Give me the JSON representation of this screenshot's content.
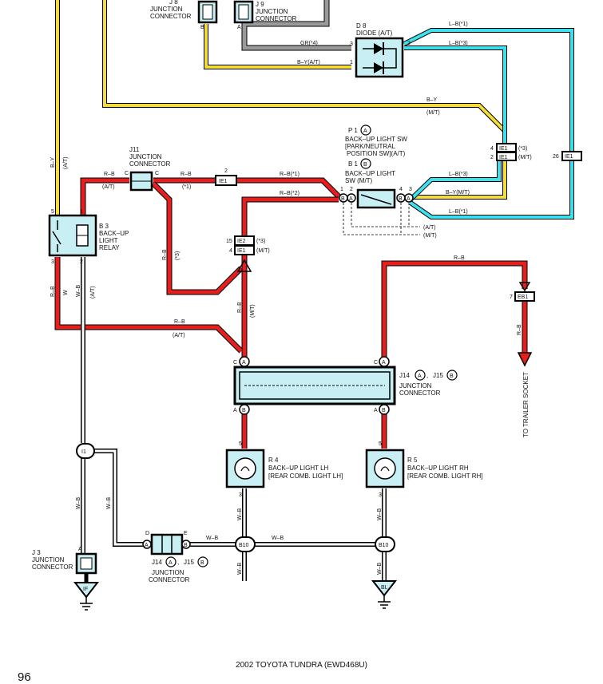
{
  "footer": {
    "title": "2002 TOYOTA TUNDRA (EWD468U)",
    "page": "96"
  },
  "colors": {
    "red": "#e51e1e",
    "yellow": "#f4dc3c",
    "cyan": "#3ee0ee",
    "gray": "#9a9a9a",
    "comp": "#c8f0f4",
    "black": "#000000"
  },
  "components": {
    "j8": {
      "id": "J 8",
      "line1": "JUNCTION",
      "line2": "CONNECTOR",
      "pin": "B"
    },
    "j9": {
      "id": "J 9",
      "line1": "JUNCTION",
      "line2": "CONNECTOR",
      "pin": "A"
    },
    "d8": {
      "id": "D 8",
      "name": "DIODE (A/T)",
      "pin1": "1",
      "pin2": "2",
      "pin3": "3"
    },
    "j11": {
      "id": "J11",
      "line1": "JUNCTION",
      "line2": "CONNECTOR",
      "pinL": "C",
      "pinR": "C"
    },
    "b3": {
      "id": "B 3",
      "line1": "BACK–UP",
      "line2": "LIGHT",
      "line3": "RELAY",
      "p1": "1",
      "p2": "2",
      "p3": "3",
      "p5": "5"
    },
    "p1": {
      "id": "P 1",
      "badge": "A",
      "line1": "BACK–UP LIGHT SW",
      "line2": "[PARK/NEUTRAL",
      "line3": "POSITION SW](A/T)"
    },
    "b1": {
      "id": "B 1",
      "badge": "B",
      "line1": "BACK–UP LIGHT",
      "line2": "SW (M/T)",
      "p1": "1",
      "p2": "2",
      "p3": "3",
      "p4": "4"
    },
    "r4": {
      "id": "R 4",
      "line1": "BACK–UP LIGHT LH",
      "line2": "[REAR COMB. LIGHT LH]",
      "ptop": "5",
      "pbot": "3"
    },
    "r5": {
      "id": "R 5",
      "line1": "BACK–UP LIGHT RH",
      "line2": "[REAR COMB. LIGHT RH]",
      "ptop": "5",
      "pbot": "3"
    },
    "j14top": {
      "id": "J14",
      "badgeA": "A",
      "sep": ",",
      "id2": "J15",
      "badgeB": "B",
      "line1": "JUNCTION",
      "line2": "CONNECTOR",
      "pinC": "C",
      "pinA": "A"
    },
    "j14bot": {
      "id": "J14",
      "badgeA": "A",
      "sep": ",",
      "id2": "J15",
      "badgeB": "B",
      "line1": "JUNCTION",
      "line2": "CONNECTOR",
      "pinD": "D",
      "pinE": "E"
    },
    "j3": {
      "id": "J 3",
      "line1": "JUNCTION",
      "line2": "CONNECTOR",
      "pin": "A"
    },
    "i1": {
      "label": "I1"
    },
    "b10": {
      "label": "B10"
    },
    "groundIF": {
      "label": "IF"
    },
    "groundBL": {
      "label": "BL"
    },
    "trailer": {
      "label": "TO TRAILER SOCKET",
      "connector": "EB1",
      "pin": "7"
    }
  },
  "connectors": {
    "ie1_top": {
      "pin": "2",
      "name": "IE1"
    },
    "ie2": {
      "pin": "15",
      "name": "IE2",
      "note": "(*3)"
    },
    "ie1_mid": {
      "pin": "4",
      "name": "IE1",
      "note": "(M/T)"
    },
    "ie1_r1": {
      "pin": "4",
      "name": "IE1",
      "note": "(*3)"
    },
    "ie1_r2": {
      "pin": "2",
      "name": "IE1",
      "note": "(M/T)"
    },
    "ie1_far": {
      "pin": "26",
      "name": "IE1"
    }
  },
  "wires": {
    "by_vert": "B–Y",
    "at": "(A/T)",
    "mt": "(M/T)",
    "gr4": "GR(*4)",
    "by_at": "B–Y(A/T)",
    "by": "B–Y",
    "by_mt": "B–Y(M/T)",
    "lb1": "L–B(*1)",
    "lb3": "L–B(*3)",
    "rb": "R–B",
    "rb1": "R–B(*1)",
    "rb2": "R–B(*2)",
    "star1": "(*1)",
    "star3": "(*3)",
    "wb": "W–B",
    "w": "W",
    "wb_r": "W–B",
    "b": "B",
    "a": "A",
    "c": "C"
  }
}
